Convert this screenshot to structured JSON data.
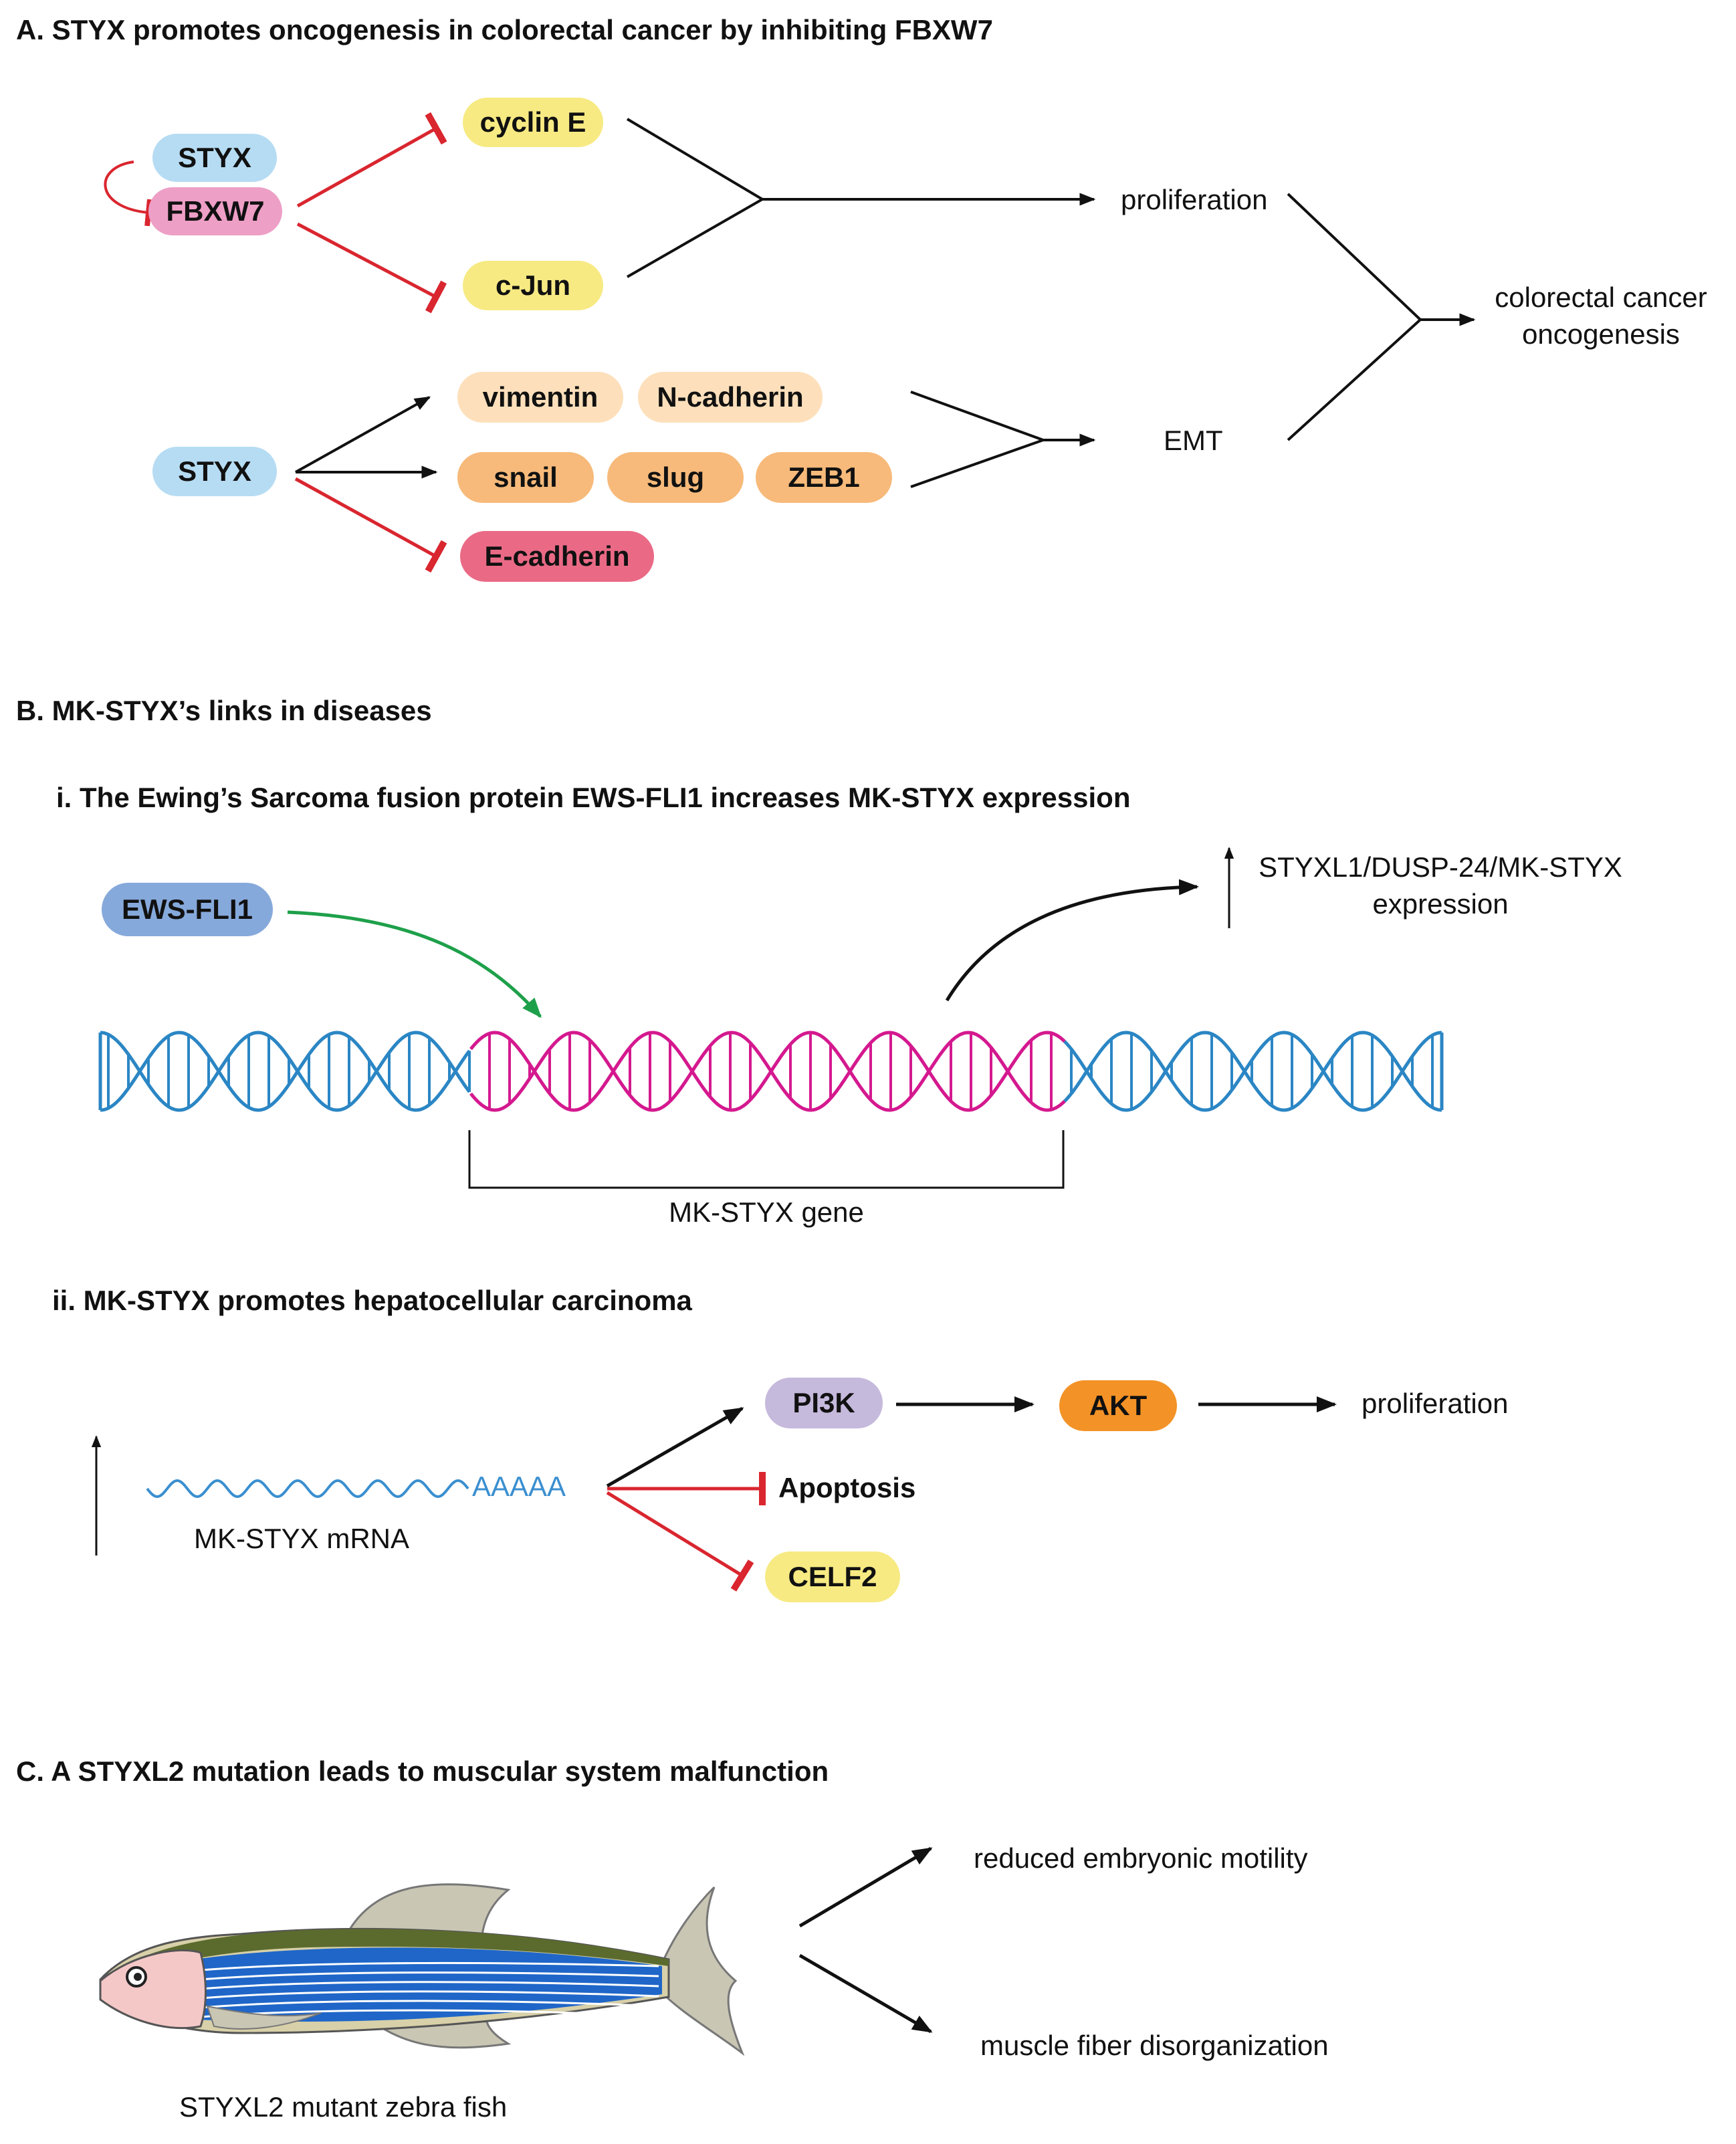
{
  "colors": {
    "inhibit_red": "#d9262f",
    "activate_black": "#111111",
    "ews_arrow_green": "#1ea04a",
    "dna_blue": "#2b86c4",
    "dna_magenta": "#d4198f",
    "mrna_blue": "#3a8fd0",
    "fish_stripe_blue": "#1f66c8"
  },
  "panel_a": {
    "title": "A. STYX promotes oncogenesis in colorectal cancer by inhibiting FBXW7",
    "styx_top": "STYX",
    "fbxw7": "FBXW7",
    "cyclin_e": "cyclin E",
    "c_jun": "c-Jun",
    "proliferation": "proliferation",
    "outcome_line1": "colorectal cancer",
    "outcome_line2": "oncogenesis",
    "styx_bottom": "STYX",
    "vimentin": "vimentin",
    "n_cadherin": "N-cadherin",
    "snail": "snail",
    "slug": "slug",
    "zeb1": "ZEB1",
    "e_cadherin": "E-cadherin",
    "emt": "EMT"
  },
  "panel_b": {
    "title": "B. MK-STYX’s links in diseases",
    "sub_i": {
      "title": "i. The Ewing’s Sarcoma fusion protein EWS-FLI1 increases MK-STYX expression",
      "ews_fli1": "EWS-FLI1",
      "expression_line1": "STYXL1/DUSP-24/MK-STYX",
      "expression_line2": "expression",
      "gene_label": "MK-STYX gene"
    },
    "sub_ii": {
      "title": "ii. MK-STYX promotes hepatocellular carcinoma",
      "mrna_tail": "AAAAA",
      "mrna_label": "MK-STYX mRNA",
      "pi3k": "PI3K",
      "akt": "AKT",
      "proliferation": "proliferation",
      "apoptosis": "Apoptosis",
      "celf2": "CELF2"
    }
  },
  "panel_c": {
    "title": "C. A STYXL2 mutation leads to muscular system malfunction",
    "outcome_1": "reduced embryonic motility",
    "outcome_2": "muscle fiber disorganization",
    "fish_label": "STYXL2 mutant zebra fish"
  }
}
